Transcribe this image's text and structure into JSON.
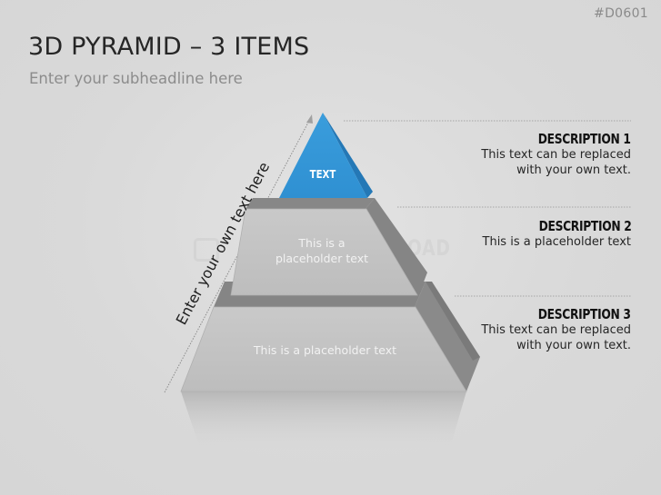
{
  "slide": {
    "code": "#D0601",
    "title": "3D PYRAMID – 3 ITEMS",
    "subtitle": "Enter your subheadline here",
    "watermark": "PRESENTATIONLOAD"
  },
  "axis": {
    "label": "Enter your own text here",
    "arrow_direction": "up"
  },
  "pyramid": {
    "tiers": [
      {
        "level": 1,
        "position": "top",
        "label": "TEXT",
        "color": "#3596d6",
        "side_color": "#2477b5"
      },
      {
        "level": 2,
        "position": "middle",
        "label": "This is a\nplaceholder text",
        "color": "#c3c3c3",
        "side_color": "#7e7e7e"
      },
      {
        "level": 3,
        "position": "bottom",
        "label": "This is a placeholder text",
        "color": "#c3c3c3",
        "side_color": "#7e7e7e"
      }
    ]
  },
  "descriptions": [
    {
      "title": "DESCRIPTION 1",
      "body": "This text can be replaced\nwith your own text."
    },
    {
      "title": "DESCRIPTION 2",
      "body": "This is a placeholder text"
    },
    {
      "title": "DESCRIPTION 3",
      "body": "This text can be replaced\nwith your own text."
    }
  ],
  "colors": {
    "background": "#d9d9d9",
    "accent_blue": "#3596d6",
    "tier_gray": "#c3c3c3",
    "tier_dark": "#7e7e7e"
  }
}
